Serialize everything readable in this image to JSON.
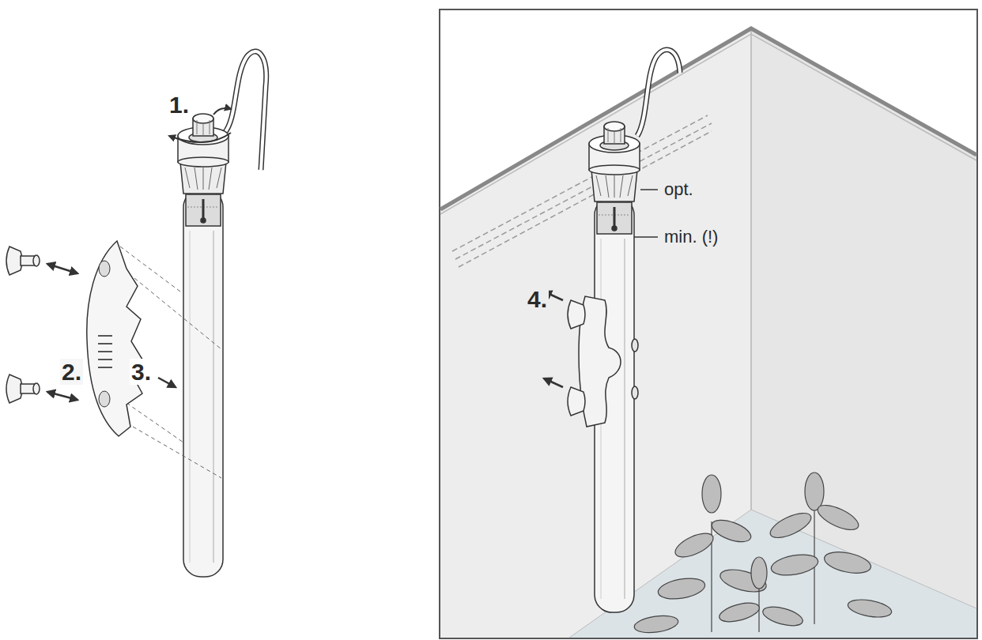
{
  "diagram": {
    "labels": [
      "1.",
      "2.",
      "3.",
      "4.",
      "opt.",
      "min. (!)"
    ]
  }
}
